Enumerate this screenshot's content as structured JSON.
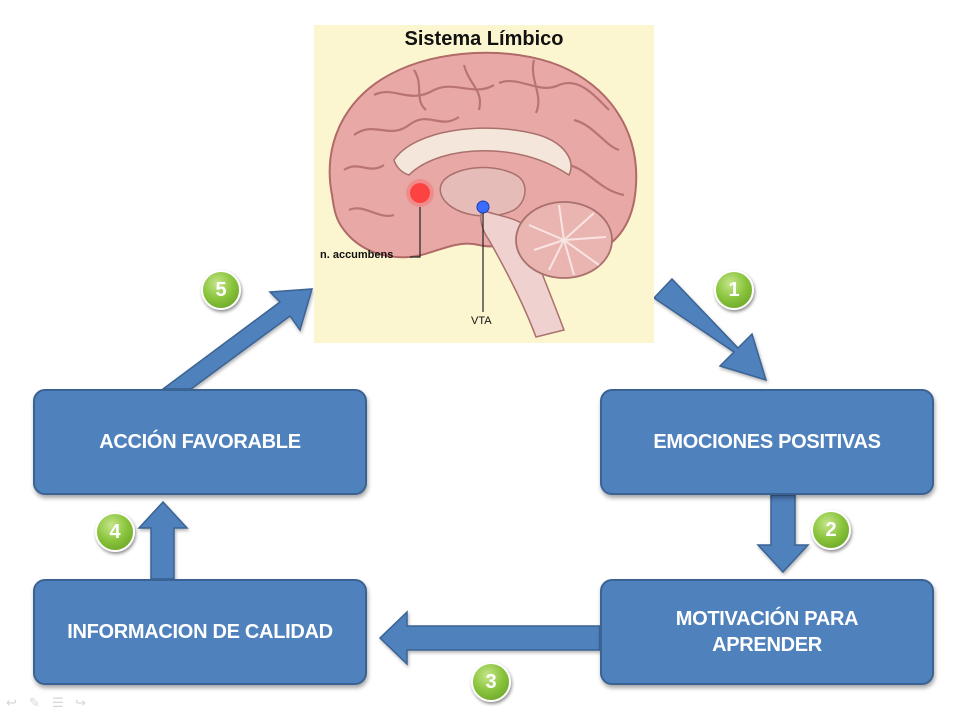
{
  "brain": {
    "title": "Sistema Límbico",
    "labels": {
      "accumbens": "n. accumbens",
      "vta": "VTA"
    }
  },
  "boxes": {
    "accion": "ACCIÓN FAVORABLE",
    "emociones": "EMOCIONES POSITIVAS",
    "informacion": "INFORMACION DE CALIDAD",
    "motivacion": "MOTIVACIÓN PARA APRENDER"
  },
  "badges": {
    "b1": "1",
    "b2": "2",
    "b3": "3",
    "b4": "4",
    "b5": "5"
  },
  "colors": {
    "box_fill": "#4f81bd",
    "arrow_fill": "#4f81bd",
    "badge_green": "#8cc63f",
    "panel_bg": "#fbf6cf",
    "accumbens_marker": "#ff3b3b",
    "vta_marker": "#3b6bff"
  },
  "nav_icons": [
    "back-arrow-icon",
    "pen-icon",
    "menu-icon",
    "forward-arrow-icon"
  ]
}
